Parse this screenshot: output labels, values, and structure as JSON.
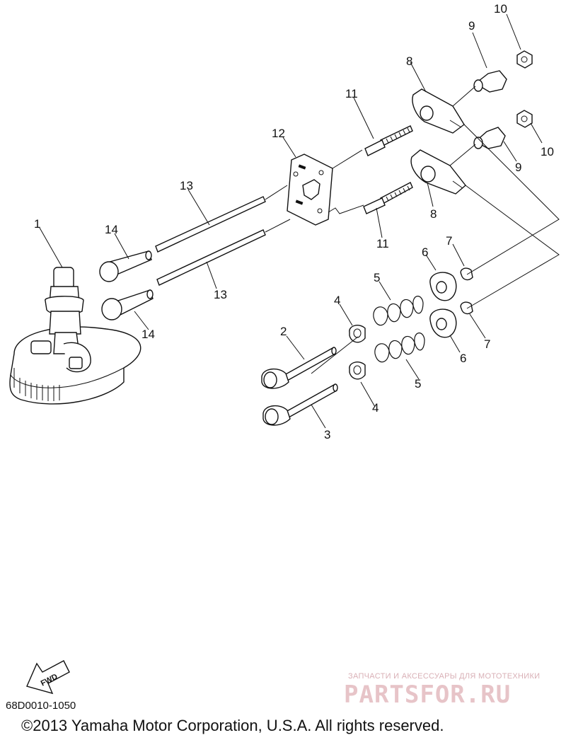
{
  "diagram": {
    "callouts": [
      "1",
      "2",
      "3",
      "4",
      "4",
      "5",
      "5",
      "6",
      "6",
      "7",
      "7",
      "8",
      "8",
      "9",
      "9",
      "10",
      "10",
      "11",
      "11",
      "12",
      "13",
      "13",
      "14",
      "14"
    ],
    "fwd_label": "FWD",
    "diagram_code": "68D0010-1050",
    "copyright": "©2013 Yamaha Motor Corporation, U.S.A. All rights reserved."
  },
  "watermark": {
    "tagline": "ЗАПЧАСТИ И АКСЕССУАРЫ ДЛЯ МОТОТЕХНИКИ",
    "logo": "PARTSFOR.RU"
  }
}
